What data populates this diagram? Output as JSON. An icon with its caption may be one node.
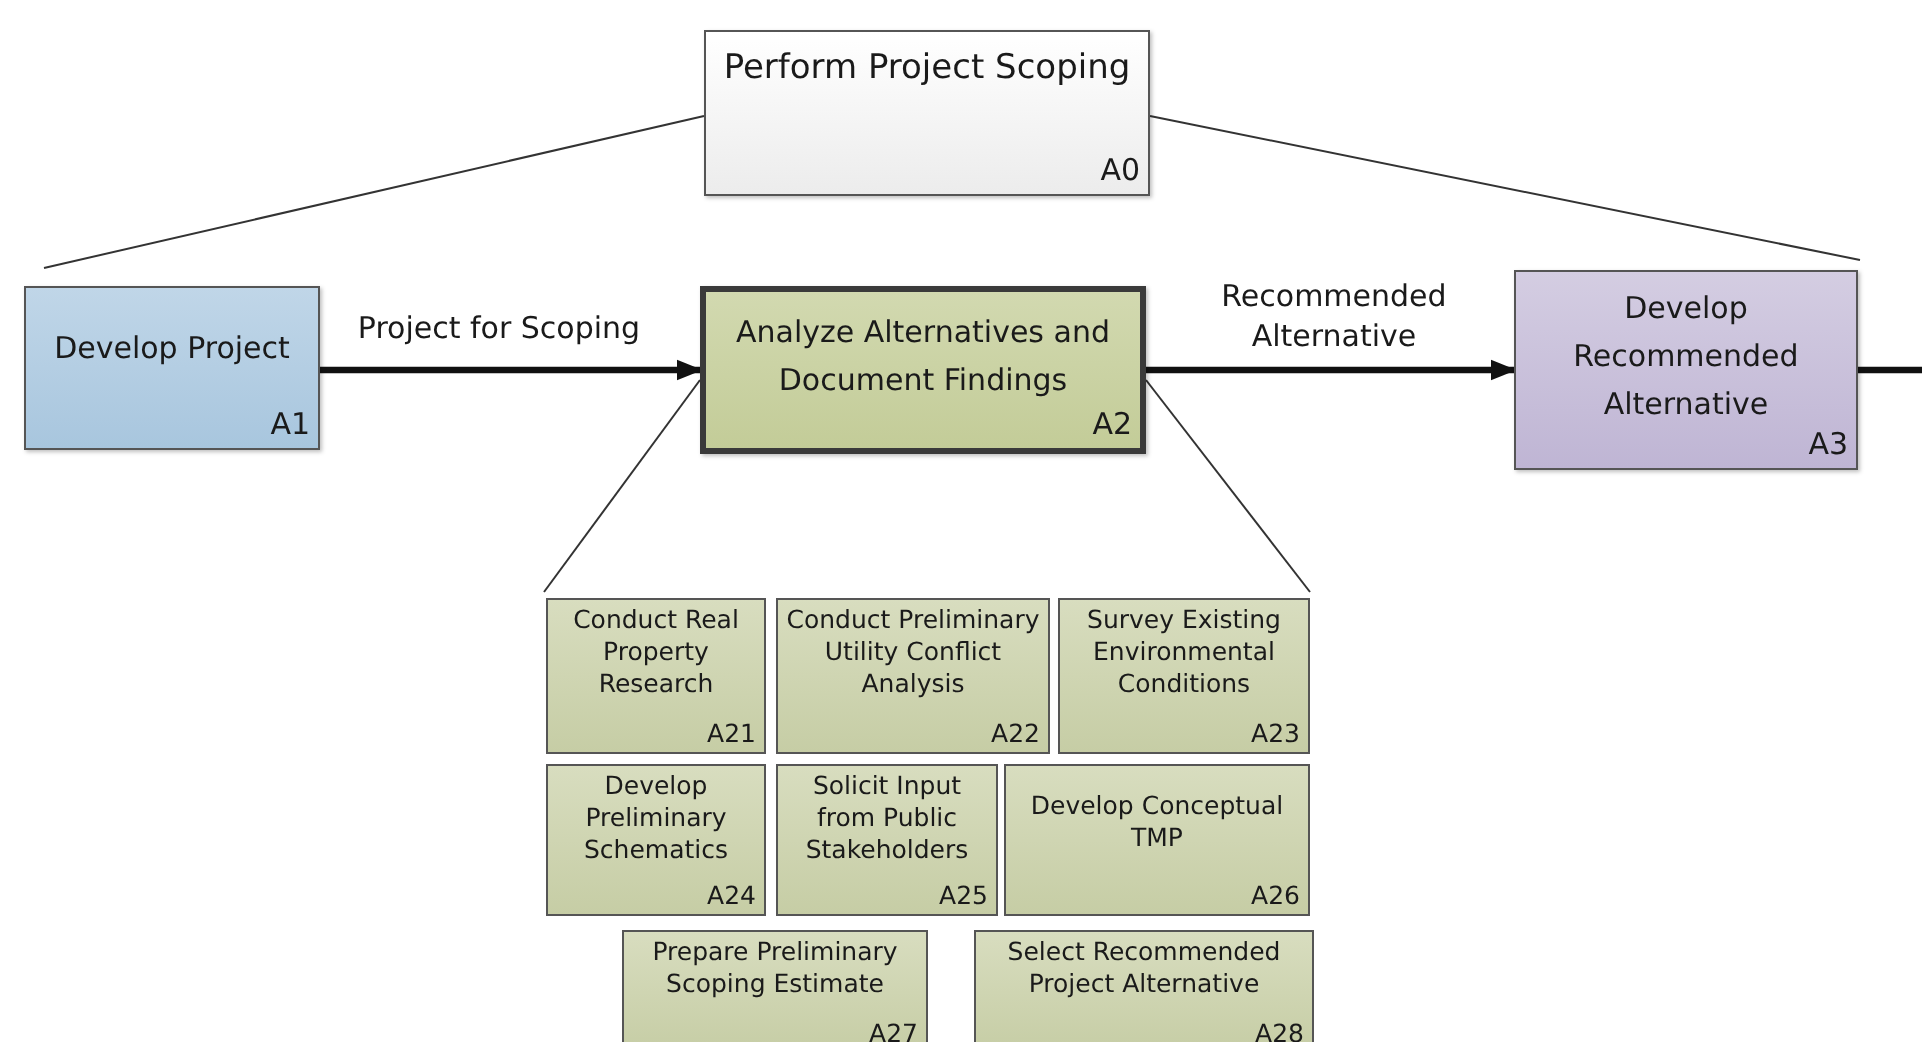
{
  "diagram": {
    "nodes": [
      {
        "text": [
          "Perform Project Scoping",
          "A0"
        ]
      },
      {
        "text": [
          "Develop Project",
          "A1"
        ]
      },
      {
        "text": [
          "Analyze Alternatives and Document Findings",
          "A2"
        ]
      },
      {
        "text": [
          "Develop Recommended Alternative",
          "A3"
        ]
      },
      {
        "text": [
          "Conduct Real Property Research",
          "A21"
        ]
      },
      {
        "text": [
          "Conduct Preliminary Utility Conflict Analysis",
          "A22"
        ]
      },
      {
        "text": [
          "Survey Existing Environmental Conditions",
          "A23"
        ]
      },
      {
        "text": [
          "Develop Preliminary Schematics",
          "A24"
        ]
      },
      {
        "text": [
          "Solicit Input from Public Stakeholders",
          "A25"
        ]
      },
      {
        "text": [
          "Develop Conceptual TMP",
          "A26"
        ]
      },
      {
        "text": [
          "Prepare Preliminary Scoping Estimate",
          "A27"
        ]
      },
      {
        "text": [
          "Select Recommended Project Alternative",
          "A28"
        ]
      }
    ],
    "edges": [
      {
        "from": 1,
        "to": 2,
        "arrow": "to",
        "label": "Project for Scoping",
        "style": "thick"
      },
      {
        "from": 2,
        "to": 3,
        "arrow": "to",
        "label": "Recommended Alternative",
        "style": "thick"
      },
      {
        "from": 3,
        "to": null,
        "arrow": "none",
        "style": "thick"
      },
      {
        "from": 0,
        "to": 1,
        "arrow": "none"
      },
      {
        "from": 0,
        "to": 3,
        "arrow": "none"
      },
      {
        "from": 2,
        "to": 4,
        "arrow": "none"
      },
      {
        "from": 2,
        "to": 6,
        "arrow": "none"
      }
    ]
  }
}
